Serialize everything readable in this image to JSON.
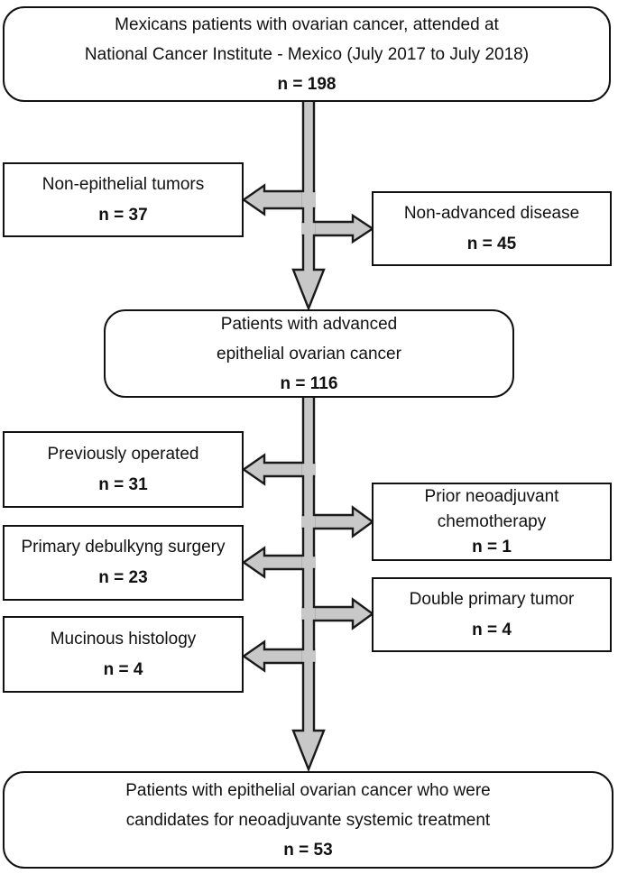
{
  "flowchart": {
    "type": "patient-selection-flow-diagram",
    "nodes": [
      {
        "id": "source",
        "lines": [
          "Mexicans patients with ovarian cancer, attended at",
          "National Cancer Institute - Mexico (July 2017 to July 2018)"
        ],
        "count": "n = 198",
        "shape": "rounded"
      },
      {
        "id": "non_epithelial_tumors",
        "lines": [
          "Non-epithelial tumors"
        ],
        "count": "n = 37",
        "shape": "rect",
        "side": "left"
      },
      {
        "id": "non_advanced_disease",
        "lines": [
          "Non-advanced disease"
        ],
        "count": "n = 45",
        "shape": "rect",
        "side": "right"
      },
      {
        "id": "advanced_epithelial",
        "lines": [
          "Patients with advanced",
          "epithelial ovarian cancer"
        ],
        "count": "n = 116",
        "shape": "rounded"
      },
      {
        "id": "previously_operated",
        "lines": [
          "Previously operated"
        ],
        "count": "n = 31",
        "shape": "rect",
        "side": "left"
      },
      {
        "id": "prior_neoadjuvant",
        "lines": [
          "Prior neoadjuvant",
          "chemotherapy"
        ],
        "count": "n = 1",
        "shape": "rect",
        "side": "right"
      },
      {
        "id": "primary_debulking",
        "lines": [
          "Primary debulkyng surgery"
        ],
        "count": "n = 23",
        "shape": "rect",
        "side": "left"
      },
      {
        "id": "double_primary_tumor",
        "lines": [
          "Double primary tumor"
        ],
        "count": "n = 4",
        "shape": "rect",
        "side": "right"
      },
      {
        "id": "mucinous_histology",
        "lines": [
          "Mucinous histology"
        ],
        "count": "n = 4",
        "shape": "rect",
        "side": "left"
      },
      {
        "id": "final",
        "lines": [
          "Patients with epithelial ovarian cancer who were",
          "candidates for neoadjuvante systemic treatment"
        ],
        "count": "n = 53",
        "shape": "rounded"
      }
    ],
    "edges": [
      {
        "from": "source",
        "to": "advanced_epithelial"
      },
      {
        "from": "source",
        "to": "non_epithelial_tumors"
      },
      {
        "from": "source",
        "to": "non_advanced_disease"
      },
      {
        "from": "advanced_epithelial",
        "to": "previously_operated"
      },
      {
        "from": "advanced_epithelial",
        "to": "prior_neoadjuvant"
      },
      {
        "from": "advanced_epithelial",
        "to": "primary_debulking"
      },
      {
        "from": "advanced_epithelial",
        "to": "double_primary_tumor"
      },
      {
        "from": "advanced_epithelial",
        "to": "mucinous_histology"
      },
      {
        "from": "advanced_epithelial",
        "to": "final"
      }
    ],
    "colors": {
      "arrow_fill": "#c8c8c8",
      "arrow_stroke": "#1a1a1a",
      "box_border": "#111111",
      "background": "#ffffff",
      "text": "#111111"
    }
  }
}
